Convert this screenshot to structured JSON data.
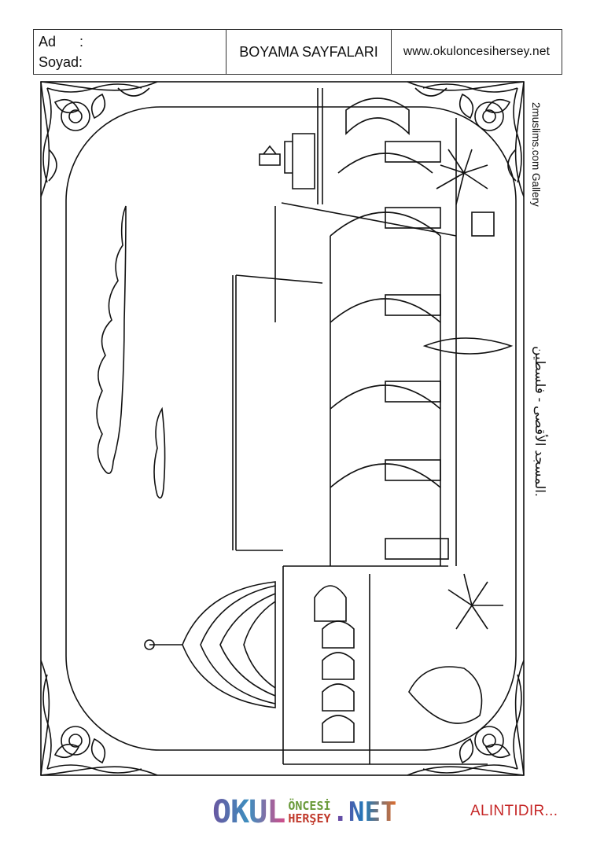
{
  "header": {
    "name_label": "Ad      :",
    "surname_label": "Soyad:",
    "title": "BOYAMA SAYFALARI",
    "website": "www.okuloncesihersey.net"
  },
  "artwork": {
    "credit": "2muslims.com Gallery",
    "caption_ar": "المسجد الأقصى - فلسطين."
  },
  "footer": {
    "logo_main": "OKUL",
    "logo_top": "ÖNCESİ",
    "logo_bottom": "HERŞEY",
    "logo_net": ".NET",
    "source_note": "ALINTIDIR..."
  }
}
